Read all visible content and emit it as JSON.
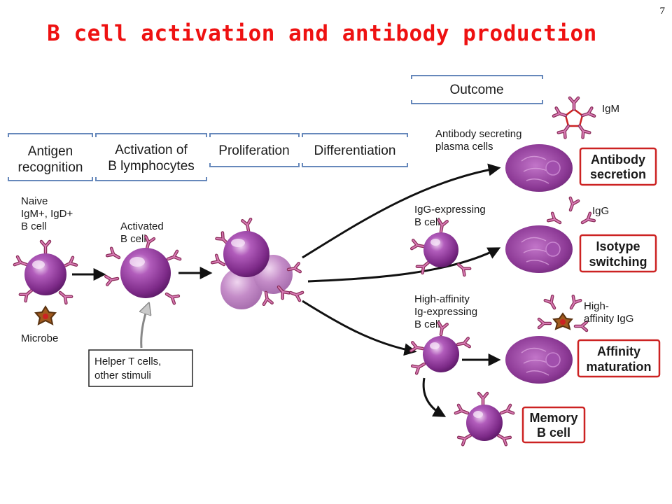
{
  "slide": {
    "title": "B cell activation and antibody production",
    "page_number": "7"
  },
  "stages": {
    "antigen_recognition": [
      "Antigen",
      "recognition"
    ],
    "activation": [
      "Activation of",
      "B lymphocytes"
    ],
    "proliferation": "Proliferation",
    "differentiation": "Differentiation",
    "outcome": "Outcome"
  },
  "cells": {
    "naive": [
      "Naive",
      "IgM+, IgD+",
      "B cell"
    ],
    "microbe": "Microbe",
    "activated": [
      "Activated",
      "B cell"
    ],
    "helper": [
      "Helper T cells,",
      "other stimuli"
    ],
    "plasma": [
      "Antibody secreting",
      "plasma cells"
    ],
    "igg_expressing": [
      "IgG-expressing",
      "B cell"
    ],
    "high_affinity": [
      "High-affinity",
      "Ig-expressing",
      "B cell"
    ]
  },
  "antibodies": {
    "igm": "IgM",
    "igg": "IgG",
    "high_affinity_igg": [
      "High-",
      "affinity IgG"
    ]
  },
  "outcomes": {
    "antibody_secretion": [
      "Antibody",
      "secretion"
    ],
    "isotype_switching": [
      "Isotype",
      "switching"
    ],
    "affinity_maturation": [
      "Affinity",
      "maturation"
    ],
    "memory": [
      "Memory",
      "B cell"
    ]
  },
  "colors": {
    "title": "#ee1111",
    "cell": "#8a2d8f",
    "receptor": "#b04070",
    "outcome_border": "#cc2222",
    "header_line": "#6688bb"
  }
}
